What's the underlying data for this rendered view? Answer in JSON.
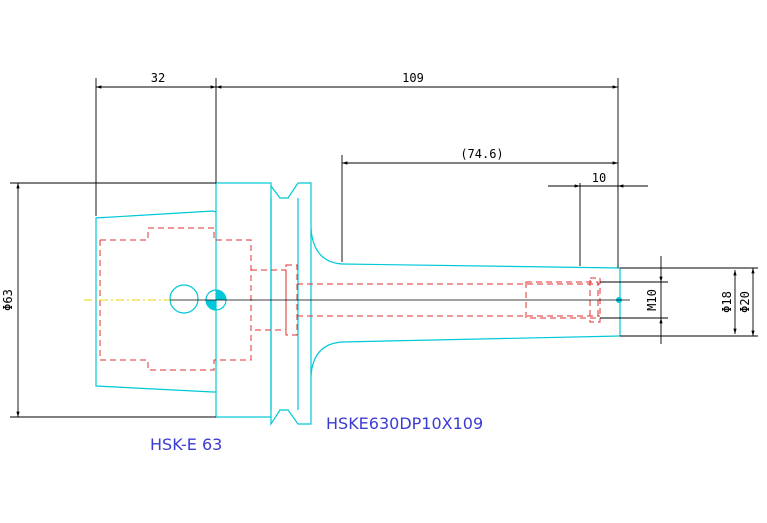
{
  "dimensions": {
    "flange_length": "32",
    "total_length": "109",
    "reference_length": "(74.6)",
    "thread_depth": "10",
    "flange_diameter": "Φ63",
    "thread_size": "M10",
    "inner_diameter": "Φ18",
    "outer_diameter": "Φ20"
  },
  "labels": {
    "interface": "HSK-E 63",
    "part_number": "HSKE630DP10X109"
  },
  "colors": {
    "outline": "#00c8d8",
    "hidden_lines": "#e03030",
    "dimensions": "#000000",
    "labels": "#3b3bd6",
    "centerline_ext": "#e8d000"
  }
}
